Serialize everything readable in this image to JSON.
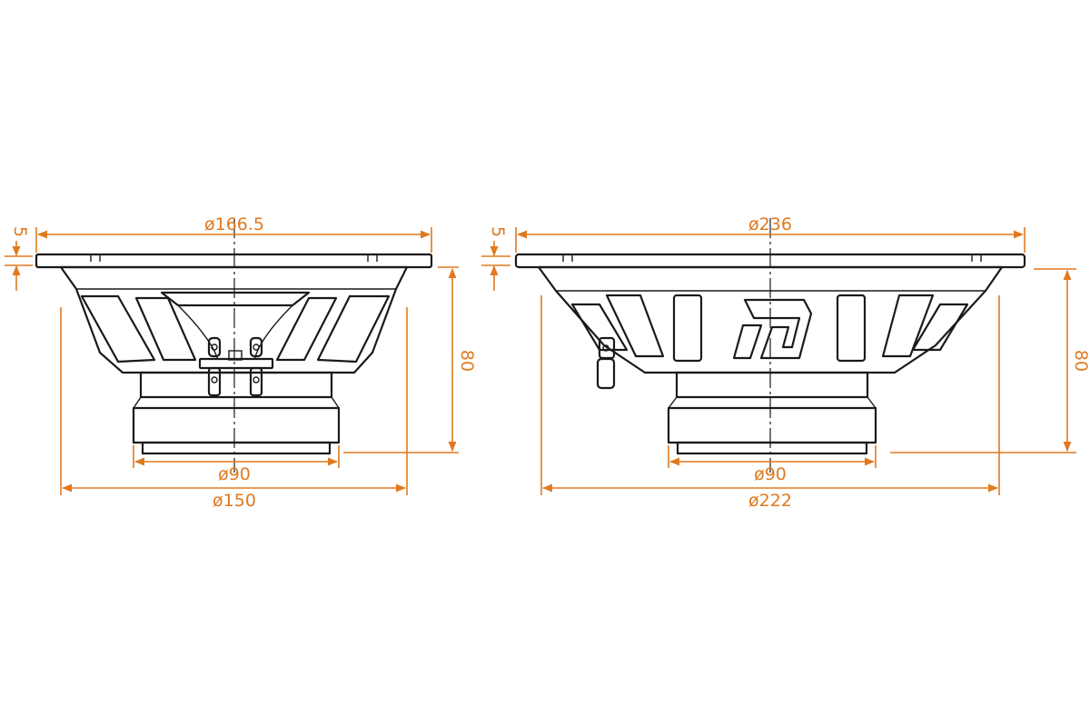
{
  "colors": {
    "dimension": "#e07a1f",
    "outline": "#1a1a1a",
    "background": "#ffffff"
  },
  "left_view": {
    "dims": {
      "top_diameter": "ø166.5",
      "magnet_diameter": "ø90",
      "basket_diameter": "ø150",
      "flange_thickness": "5",
      "depth": "80"
    }
  },
  "right_view": {
    "dims": {
      "top_diameter": "ø236",
      "magnet_diameter": "ø90",
      "basket_diameter": "ø222",
      "flange_thickness": "5",
      "depth": "80"
    }
  }
}
